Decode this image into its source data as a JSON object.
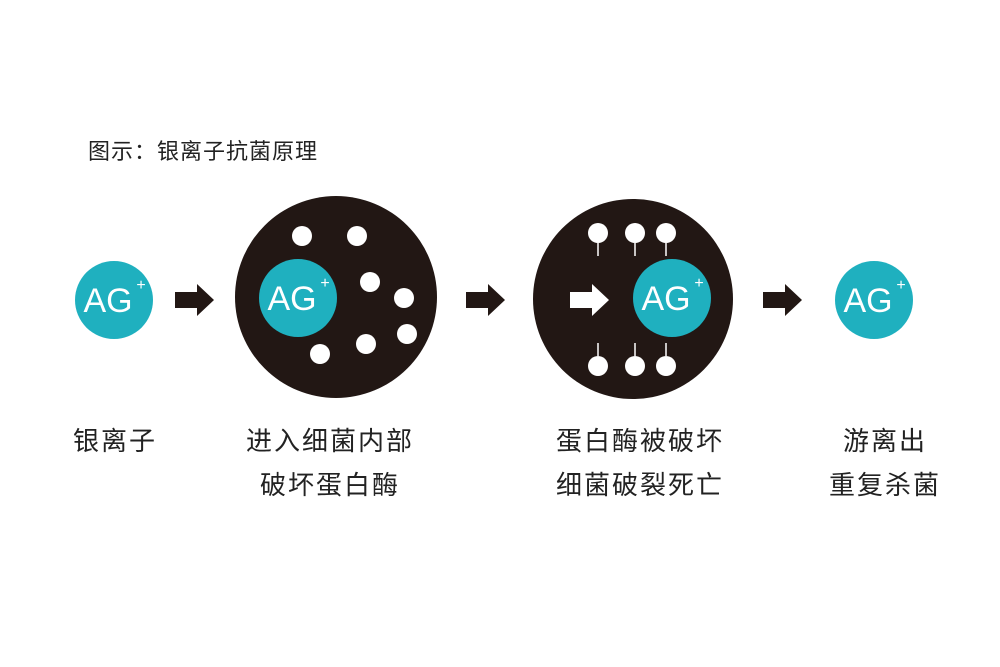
{
  "caption": "图示：银离子抗菌原理",
  "ion_label": "AG",
  "ion_charge": "+",
  "colors": {
    "ion": "#1fb0bf",
    "bacteria": "#221714",
    "arrow": "#221714",
    "protein": "#ffffff"
  },
  "steps": [
    {
      "lines": [
        "银离子"
      ]
    },
    {
      "lines": [
        "进入细菌内部",
        "破坏蛋白酶"
      ]
    },
    {
      "lines": [
        "蛋白酶被破坏",
        "细菌破裂死亡"
      ]
    },
    {
      "lines": [
        "游离出",
        "重复杀菌"
      ]
    }
  ]
}
